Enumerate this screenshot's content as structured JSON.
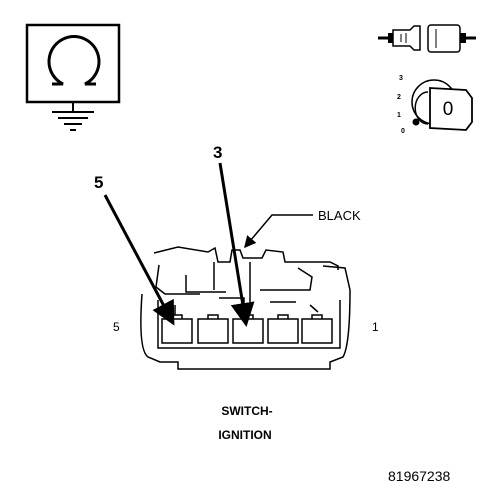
{
  "symbol": {
    "icon": "ohmmeter-ground-icon"
  },
  "key_diagram": {
    "icon": "ignition-key-icon",
    "positions": [
      "3",
      "2",
      "1",
      "0"
    ],
    "cylinder_label": "0"
  },
  "connector": {
    "callouts": {
      "pin_3": "3",
      "pin_5": "5"
    },
    "end_labels": {
      "left": "5",
      "right": "1"
    },
    "wire_color": "BLACK"
  },
  "caption": {
    "line1": "SWITCH-",
    "line2": "IGNITION"
  },
  "part_number": "81967238"
}
